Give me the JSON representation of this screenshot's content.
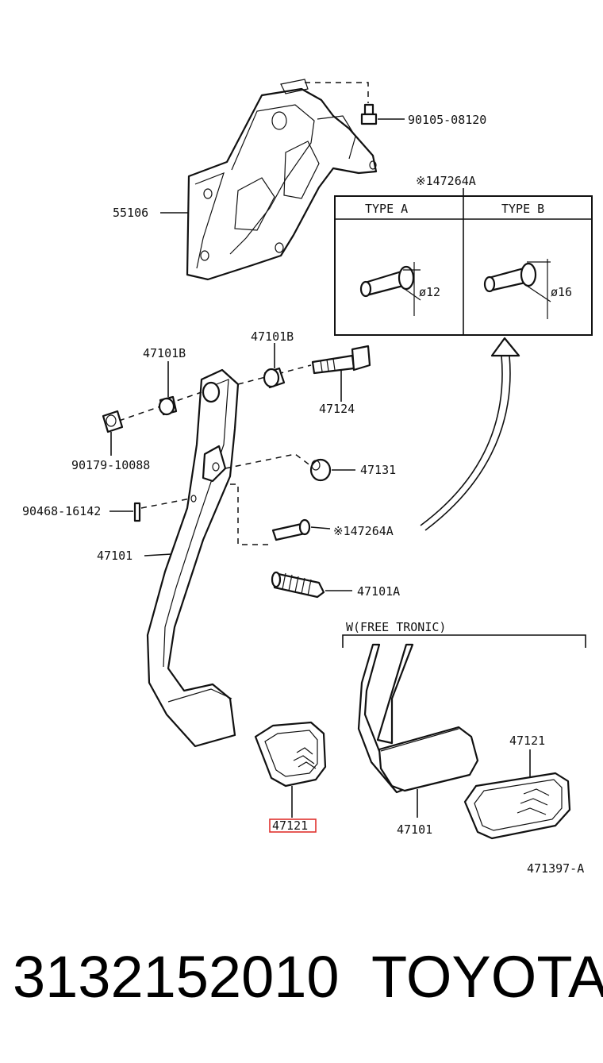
{
  "labels": {
    "bolt_top": "90105-08120",
    "bracket": "55106",
    "pin_ref_top": "※147264A",
    "type_a": "TYPE A",
    "type_b": "TYPE B",
    "dia_a": "ø12",
    "dia_b": "ø16",
    "bushing_left": "47101B",
    "bushing_right": "47101B",
    "bolt_pedal": "47124",
    "nut": "90179-10088",
    "stopper": "47131",
    "clip": "90468-16142",
    "pin_ref_mid": "※147264A",
    "pedal_arm": "47101",
    "spring": "47101A",
    "variant_title": "W(FREE TRONIC)",
    "pad_main": "47121",
    "pad_variant": "47121",
    "pedal_variant": "47101",
    "figure_id": "471397-A"
  },
  "highlight_color": "#e0322f",
  "footer": {
    "part_number": "3132152010",
    "brand": "TOYOTA"
  }
}
